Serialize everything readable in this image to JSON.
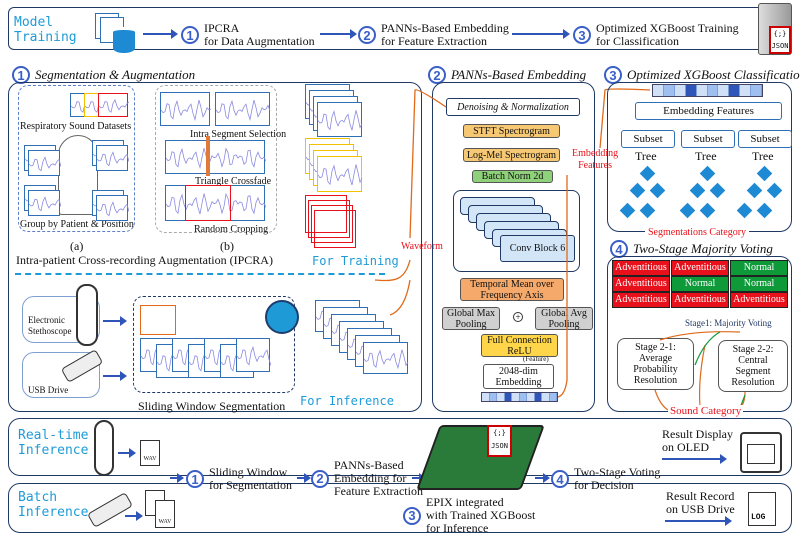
{
  "top": {
    "label_line1": "Model",
    "label_line2": "Training",
    "steps": [
      {
        "num": "1",
        "line1": "IPCRA",
        "line2": "for Data Augmentation"
      },
      {
        "num": "2",
        "line1": "PANNs-Based Embedding",
        "line2": "for Feature Extraction"
      },
      {
        "num": "3",
        "line1": "Optimized XGBoost Training",
        "line2": "for Classification"
      }
    ],
    "json_label": "JSON"
  },
  "sec1": {
    "num": "1",
    "title": "Segmentation & Augmentation",
    "datasets": "Respiratory Sound Datasets",
    "group": "Group by Patient & Position",
    "intra": "Intra Segment Selection",
    "crossfade": "Triangle Crossfade",
    "cropping": "Random Cropping",
    "a": "(a)",
    "b": "(b)",
    "ipcra": "Intra-patient Cross-recording Augmentation (IPCRA)",
    "for_training": "For Training",
    "steth_1": "Electronic",
    "steth_2": "Stethoscope",
    "usb": "USB Drive",
    "sliding": "Sliding Window Segmentation",
    "for_inference": "For Inference",
    "waveform": "Waveform"
  },
  "sec2": {
    "num": "2",
    "title": "PANNs-Based  Embedding",
    "denoise": "Denoising & Normalization",
    "stft": "STFT Spectrogram",
    "logmel": "Log-Mel Spectrogram",
    "bn": "Batch Norm 2d",
    "conv": "Conv Block 6",
    "temporal_1": "Temporal Mean over",
    "temporal_2": "Frequency Axis",
    "gmax_1": "Global Max",
    "gmax_2": "Pooling",
    "gavg_1": "Global Avg",
    "gavg_2": "Pooling",
    "fc_1": "Full Connection",
    "fc_2": "ReLU",
    "feature": "(Feature)",
    "emb_1": "2048-dim",
    "emb_2": "Embedding",
    "emb_features_1": "Embedding",
    "emb_features_2": "Features"
  },
  "sec3": {
    "num": "3",
    "title": "Optimized XGBoost Classification",
    "emb": "Embedding Features",
    "subsets": [
      "Subset",
      "Subset",
      "Subset"
    ],
    "trees": [
      "Tree",
      "Tree",
      "Tree"
    ],
    "category": "Segmentations Category"
  },
  "sec4": {
    "num": "4",
    "title": "Two-Stage  Majority Voting",
    "votes": [
      {
        "text": "Adventitious",
        "color": "red"
      },
      {
        "text": "Adventitious",
        "color": "red"
      },
      {
        "text": "Normal",
        "color": "green"
      },
      {
        "text": "Adventitious",
        "color": "red"
      },
      {
        "text": "Normal",
        "color": "green"
      },
      {
        "text": "Normal",
        "color": "green"
      },
      {
        "text": "Adventitious",
        "color": "red"
      },
      {
        "text": "Adventitious",
        "color": "red"
      },
      {
        "text": "Adventitious",
        "color": "red"
      }
    ],
    "stage1": "Stage1: Majority Voting",
    "s21": [
      "Stage 2-1:",
      "Average",
      "Probability",
      "Resolution"
    ],
    "s22": [
      "Stage 2-2:",
      "Central",
      "Segment",
      "Resolution"
    ],
    "sound": "Sound Category"
  },
  "bottom": {
    "rt_1": "Real-time",
    "rt_2": "Inference",
    "batch_1": "Batch",
    "batch_2": "Inference",
    "wav": "WAV",
    "steps": [
      {
        "num": "1",
        "lines": [
          "Sliding Window",
          "for Segmentation"
        ]
      },
      {
        "num": "2",
        "lines": [
          "PANNs-Based",
          "Embedding for",
          "Feature Extraction"
        ]
      },
      {
        "num": "3",
        "lines": [
          "EPIX integrated",
          "with Trained XGBoost",
          "for Inference"
        ]
      },
      {
        "num": "4",
        "lines": [
          "Two-Stage Voting",
          "for Decision"
        ]
      }
    ],
    "json_label": "JSON",
    "display_1": "Result Display",
    "display_2": "on OLED",
    "record_1": "Result Record",
    "record_2": "on USB Drive",
    "log": "LOG"
  },
  "colors": {
    "accent": "#1e9bd7",
    "frame": "#1f3864",
    "arrow": "#2f55b8",
    "red": "#e8101a",
    "green": "#0f9a3a",
    "orange": "#e06a1a",
    "yellow": "#ffd54a",
    "tan": "#f7c873",
    "bn": "#8fd07a"
  }
}
